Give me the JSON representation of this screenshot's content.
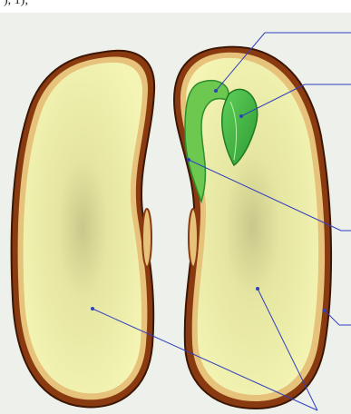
{
  "top_fragment": "),  1);",
  "colors": {
    "background": "#eef0ec",
    "seed_coat": "#8a3a10",
    "seed_coat_highlight": "#e6c27a",
    "cotyledon_fill": "#eef0a6",
    "cotyledon_shade": "#c9c88a",
    "plumule_green": "#3fb53f",
    "radicle_green": "#6cc84e",
    "leader_line": "#2f3fbf"
  },
  "parts": [
    {
      "name": "plumule",
      "label": ""
    },
    {
      "name": "embryonic-leaf",
      "label": ""
    },
    {
      "name": "hypocotyl-radicle",
      "label": ""
    },
    {
      "name": "seed-coat",
      "label": ""
    },
    {
      "name": "cotyledon",
      "label": ""
    }
  ]
}
